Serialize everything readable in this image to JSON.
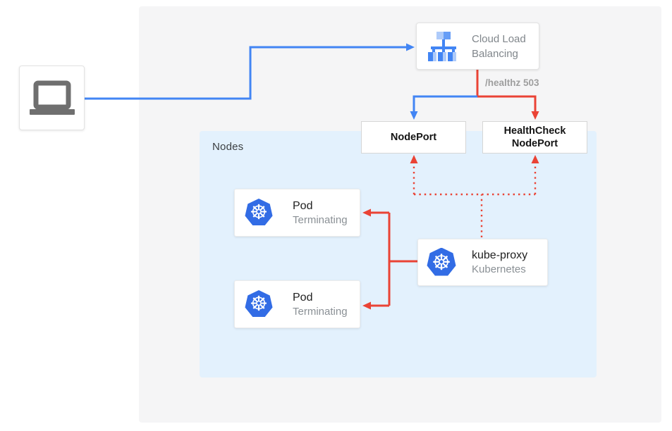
{
  "diagram": {
    "client": {
      "icon": "laptop-icon"
    },
    "load_balancer": {
      "label": "Cloud Load Balancing",
      "icon": "cloud-load-balancing-icon"
    },
    "health_status": "/healthz 503",
    "node_port": {
      "label": "NodePort"
    },
    "health_check_node_port": {
      "label": "HealthCheck NodePort"
    },
    "nodes_panel": {
      "label": "Nodes"
    },
    "pods": [
      {
        "title": "Pod",
        "status": "Terminating",
        "icon": "kubernetes-icon"
      },
      {
        "title": "Pod",
        "status": "Terminating",
        "icon": "kubernetes-icon"
      }
    ],
    "kube_proxy": {
      "title": "kube-proxy",
      "subtitle": "Kubernetes",
      "icon": "kubernetes-icon"
    }
  },
  "colors": {
    "traffic_blue": "#4285f4",
    "error_red": "#ea4335",
    "nodes_panel_blue": "#e3f1fd",
    "background_gray": "#f5f5f6",
    "kubernetes_blue": "#326ce5",
    "gcp_icon_light_blue": "#aecbfa",
    "gcp_icon_mid_blue": "#669df6",
    "muted_text": "#80868b",
    "dark_text": "#212121"
  }
}
